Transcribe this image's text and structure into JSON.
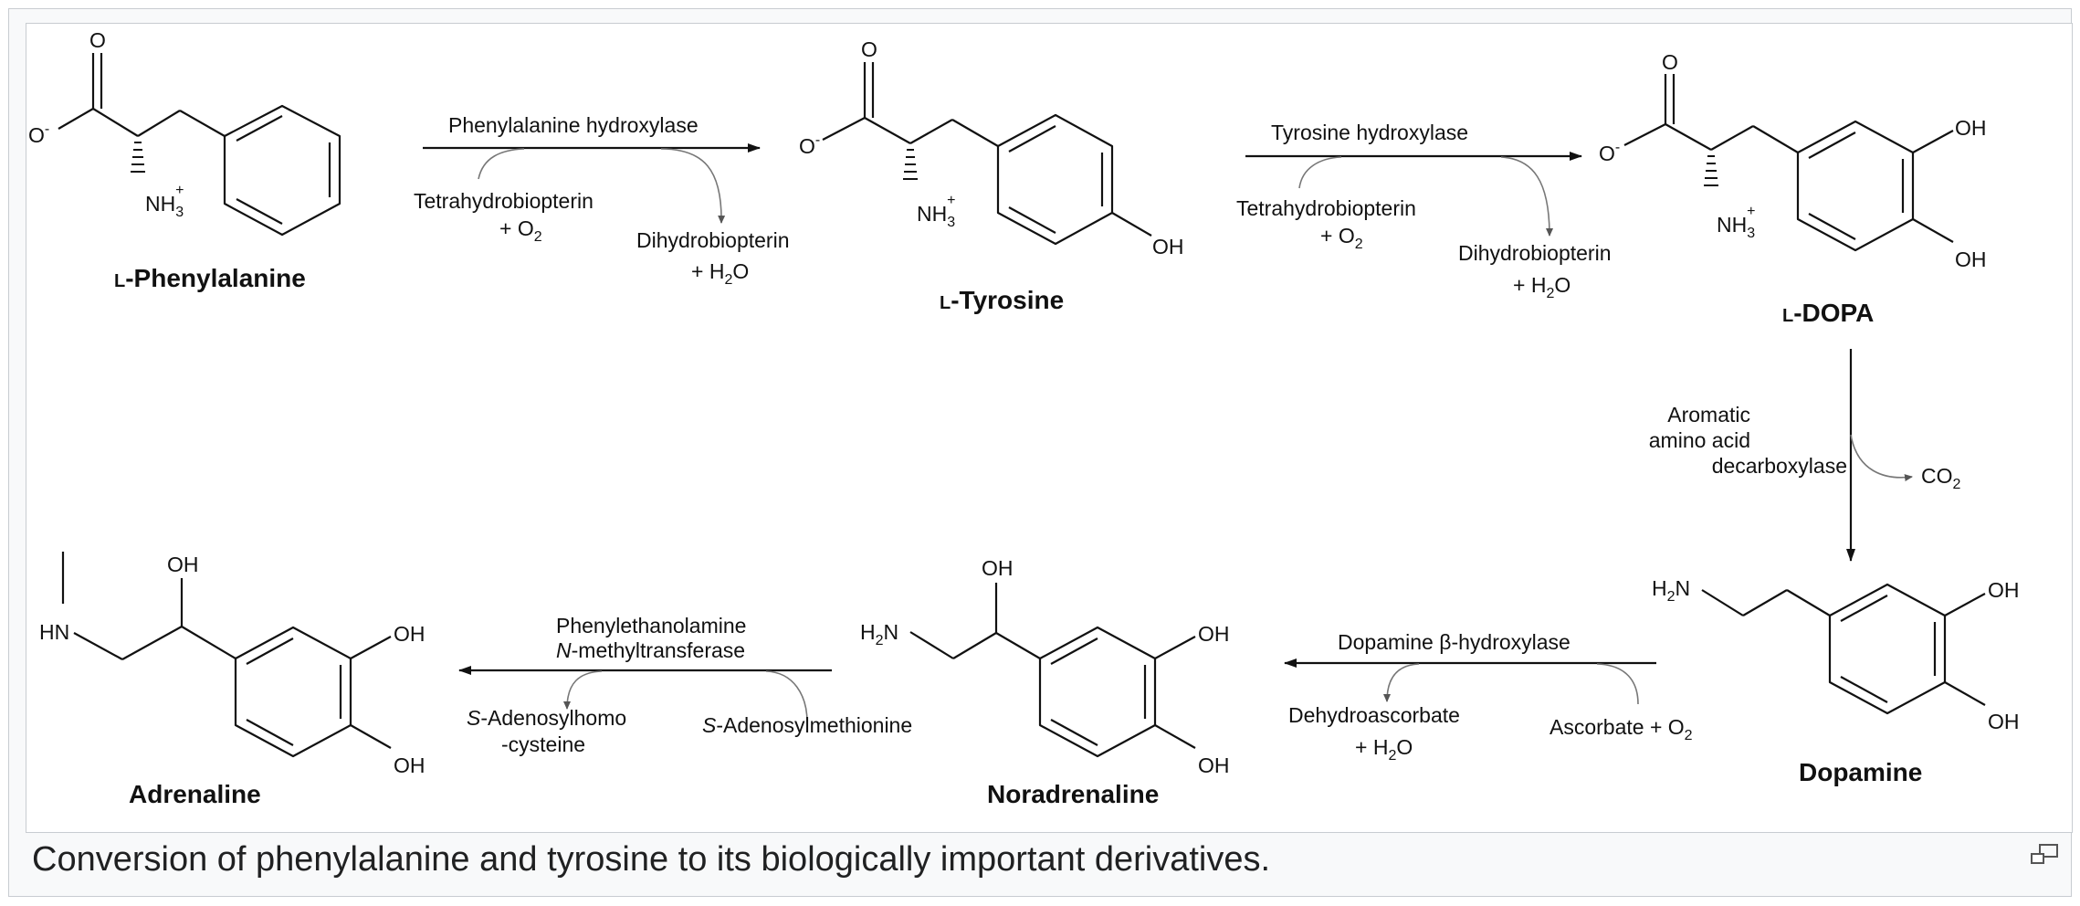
{
  "caption": "Conversion of phenylalanine and tyrosine to its biologically important derivatives.",
  "magnify_icon": "enlarge-icon",
  "compounds": {
    "phenylalanine": "L-Phenylalanine",
    "tyrosine": "L-Tyrosine",
    "dopa": "L-DOPA",
    "dopamine": "Dopamine",
    "noradrenaline": "Noradrenaline",
    "adrenaline": "Adrenaline"
  },
  "enzymes": {
    "phe_hydroxylase": "Phenylalanine hydroxylase",
    "tyr_hydroxylase": "Tyrosine hydroxylase",
    "aadc_line1": "Aromatic",
    "aadc_line2": "amino acid",
    "aadc_line3": "decarboxylase",
    "dbh": "Dopamine β-hydroxylase",
    "pnmt_line1": "Phenylethanolamine",
    "pnmt_line2": "N-methyltransferase"
  },
  "cofactors": {
    "bh4": "Tetrahydrobiopterin",
    "plus_o2": "+ O2",
    "bh2": "Dihydrobiopterin",
    "plus_h2o": "+ H2O",
    "co2": "CO2",
    "ascorbate": "Ascorbate + O2",
    "dehydroascorbate": "Dehydroascorbate",
    "sam": "S-Adenosylmethionine",
    "sah_line1": "S-Adenosylhomo",
    "sah_line2": "-cysteine"
  },
  "atoms": {
    "O": "O",
    "O_minus": "O-",
    "NH3_plus": "NH3+",
    "OH": "OH",
    "H2N": "H2N",
    "HN": "HN"
  }
}
